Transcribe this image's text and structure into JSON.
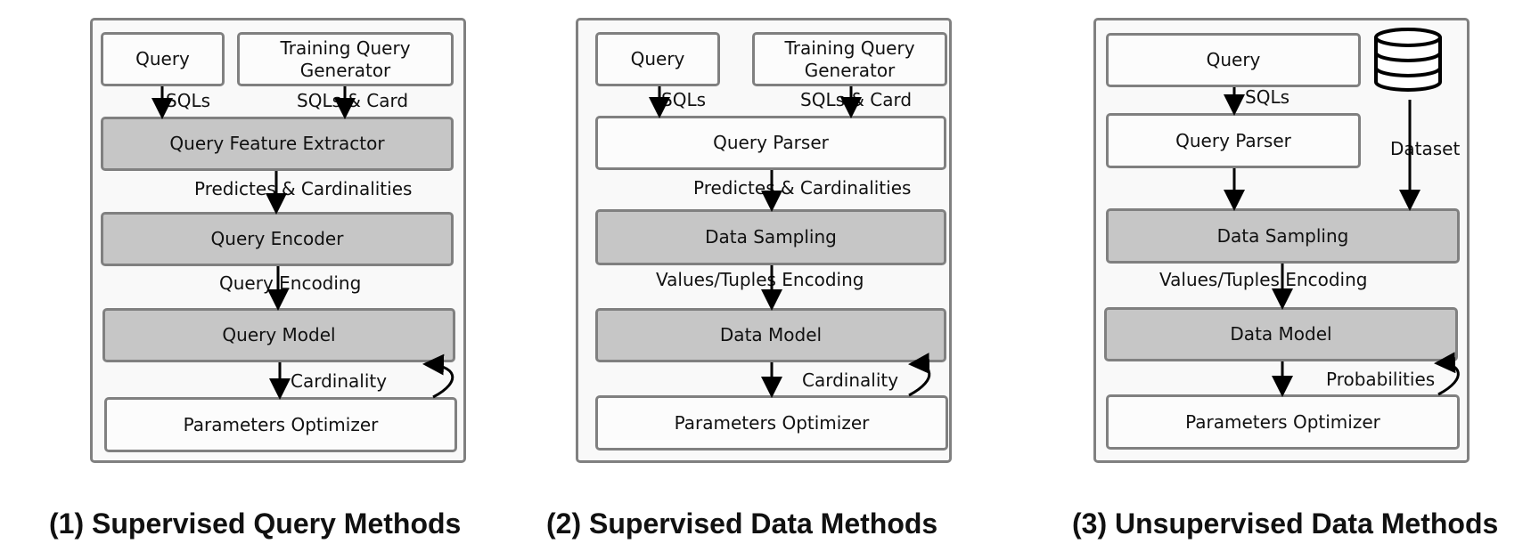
{
  "panels": [
    {
      "boxes": {
        "query": "Query",
        "generator": "Training Query Generator",
        "extractor": "Query Feature Extractor",
        "encoder": "Query Encoder",
        "model": "Query Model",
        "optimizer": "Parameters Optimizer"
      },
      "labels": {
        "sqls": "SQLs",
        "sqls_card": "SQLs & Card",
        "predicates": "Predictes & Cardinalities",
        "encoding": "Query Encoding",
        "output": "Cardinality"
      },
      "caption": "(1) Supervised Query Methods"
    },
    {
      "boxes": {
        "query": "Query",
        "generator": "Training Query Generator",
        "parser": "Query Parser",
        "sampling": "Data Sampling",
        "model": "Data Model",
        "optimizer": "Parameters Optimizer"
      },
      "labels": {
        "sqls": "SQLs",
        "sqls_card": "SQLs & Card",
        "predicates": "Predictes & Cardinalities",
        "encoding": "Values/Tuples Encoding",
        "output": "Cardinality"
      },
      "caption": "(2) Supervised Data Methods"
    },
    {
      "boxes": {
        "query": "Query",
        "parser": "Query Parser",
        "sampling": "Data Sampling",
        "model": "Data Model",
        "optimizer": "Parameters Optimizer"
      },
      "labels": {
        "sqls": "SQLs",
        "dataset": "Dataset",
        "encoding": "Values/Tuples Encoding",
        "output": "Probabilities"
      },
      "icons": {
        "database": "database-cylinder-icon"
      },
      "caption": "(3) Unsupervised Data Methods"
    }
  ],
  "colors": {
    "box_border": "#808080",
    "gray_fill": "#c6c6c6",
    "white_fill": "#fcfcfc",
    "arrow": "#000000"
  }
}
